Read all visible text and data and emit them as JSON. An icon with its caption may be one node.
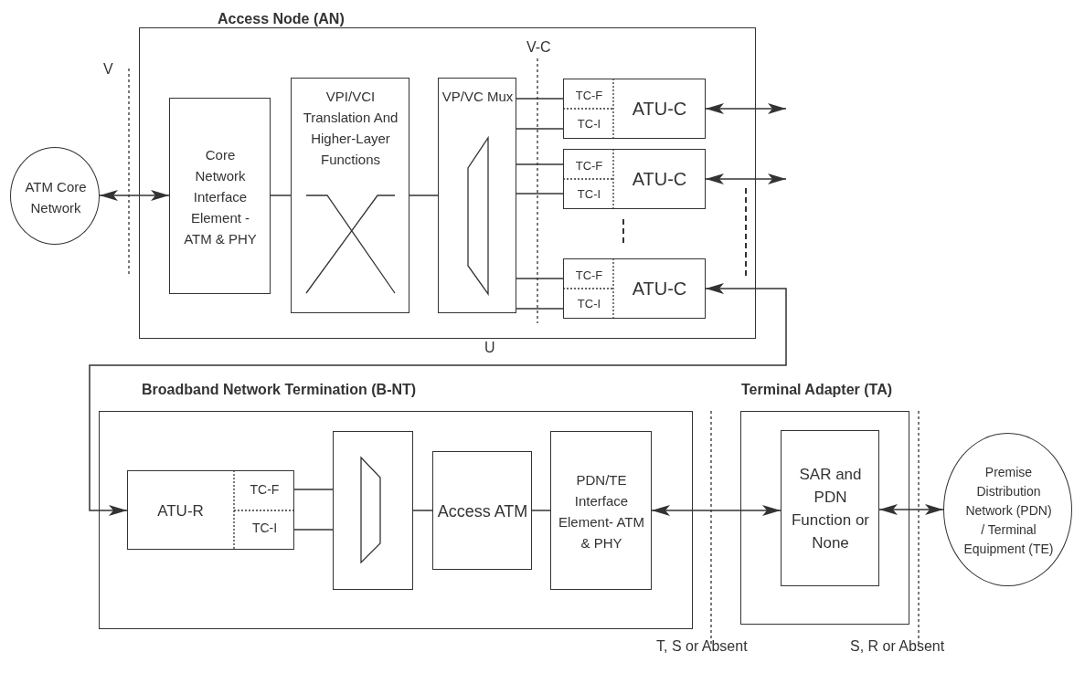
{
  "diagram": {
    "nodes": [
      {
        "text": [
          "ATM Core Network"
        ]
      },
      {
        "text": [
          "Access Node (AN)"
        ]
      },
      {
        "text": [
          "Core Network Interface Element - ATM & PHY"
        ],
        "in": 1
      },
      {
        "text": [
          "VPI/VCI Translation And Higher-Layer Functions"
        ],
        "in": 1
      },
      {
        "text": [
          "VP/VC Mux"
        ],
        "in": 1
      },
      {
        "text": [
          "TC-F",
          "ATU-C",
          "TC-I"
        ],
        "in": 1
      },
      {
        "text": [
          "TC-F",
          "ATU-C",
          "TC-I"
        ],
        "in": 1
      },
      {
        "text": [
          "TC-F",
          "ATU-C",
          "TC-I"
        ],
        "in": 1
      },
      {
        "text": [
          "Broadband Network Termination (B-NT)"
        ]
      },
      {
        "text": [
          "ATU-R",
          "TC-F",
          "TC-I"
        ],
        "in": 8
      },
      {
        "text": [],
        "shape": "box",
        "in": 8
      },
      {
        "text": [
          "Access ATM"
        ],
        "in": 8
      },
      {
        "text": [
          "PDN/TE Interface Element- ATM & PHY"
        ],
        "in": 8
      },
      {
        "text": [
          "Terminal Adapter (TA)"
        ]
      },
      {
        "text": [
          "SAR and PDN Function or None"
        ],
        "in": 13
      },
      {
        "text": [
          "Premise Distribution Network (PDN) / Terminal Equipment (TE)"
        ]
      }
    ],
    "edges": [
      {
        "from": 0,
        "to": 2,
        "arrow": "both"
      },
      {
        "from": 2,
        "to": 3,
        "arrow": "none"
      },
      {
        "from": 3,
        "to": 4,
        "arrow": "none"
      },
      {
        "from": 4,
        "to": 5,
        "arrow": "none"
      },
      {
        "from": 4,
        "to": 5,
        "arrow": "none"
      },
      {
        "from": 4,
        "to": 6,
        "arrow": "none"
      },
      {
        "from": 4,
        "to": 6,
        "arrow": "none"
      },
      {
        "from": 4,
        "to": 7,
        "arrow": "none"
      },
      {
        "from": 4,
        "to": 7,
        "arrow": "none"
      },
      {
        "from": 5,
        "to": null,
        "arrow": "both"
      },
      {
        "from": 6,
        "to": null,
        "arrow": "both"
      },
      {
        "from": 7,
        "to": 9,
        "arrow": "both"
      },
      {
        "from": 9,
        "to": 10,
        "arrow": "none"
      },
      {
        "from": 9,
        "to": 10,
        "arrow": "none"
      },
      {
        "from": 10,
        "to": 11,
        "arrow": "none"
      },
      {
        "from": 11,
        "to": 12,
        "arrow": "none"
      },
      {
        "from": 12,
        "to": 14,
        "arrow": "both"
      },
      {
        "from": 14,
        "to": 15,
        "arrow": "both"
      }
    ],
    "labels": [
      "V",
      "V-C",
      "U",
      "T, S or Absent",
      "S, R or Absent"
    ]
  }
}
